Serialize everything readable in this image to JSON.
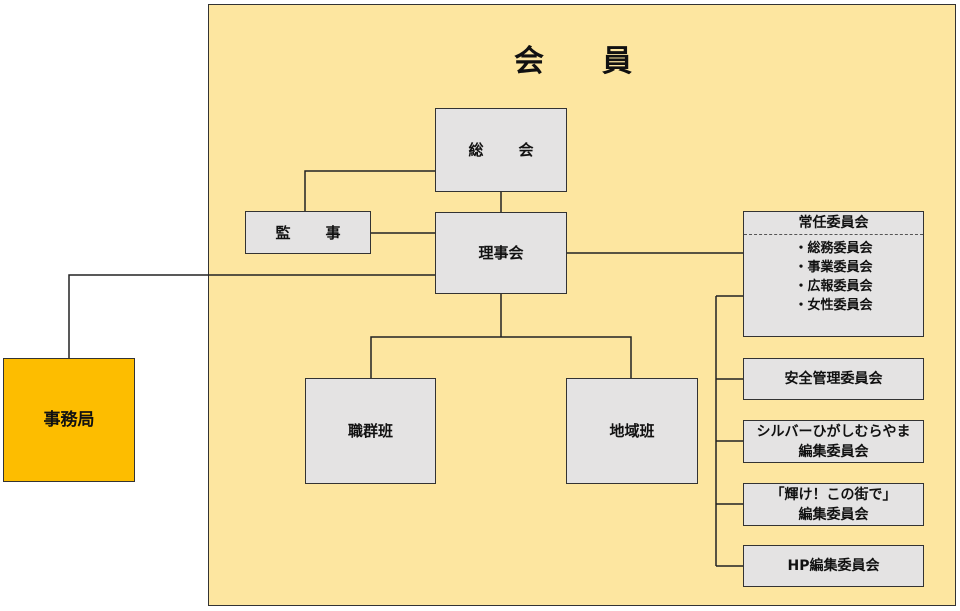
{
  "panel": {
    "title": "会　員",
    "color": "#fde6a0"
  },
  "nodes": {
    "sokai": "総　会",
    "kanji": "監　事",
    "rijikai": "理事会",
    "jimukyoku": "事務局",
    "shokugunhan": "職群班",
    "chiikihan": "地域班"
  },
  "jonin": {
    "title": "常任委員会",
    "items": [
      "・総務委員会",
      "・事業委員会",
      "・広報委員会",
      "・女性委員会"
    ]
  },
  "committees": {
    "anzen": "安全管理委員会",
    "silver_line1": "シルバーひがしむらやま",
    "silver_line2": "編集委員会",
    "kagayake_line1": "「輝け！この街で」",
    "kagayake_line2": "編集委員会",
    "hp": "HP編集委員会"
  },
  "colors": {
    "box": "#e4e3e3",
    "jimukyoku": "#fdbd00",
    "line": "#222222"
  }
}
